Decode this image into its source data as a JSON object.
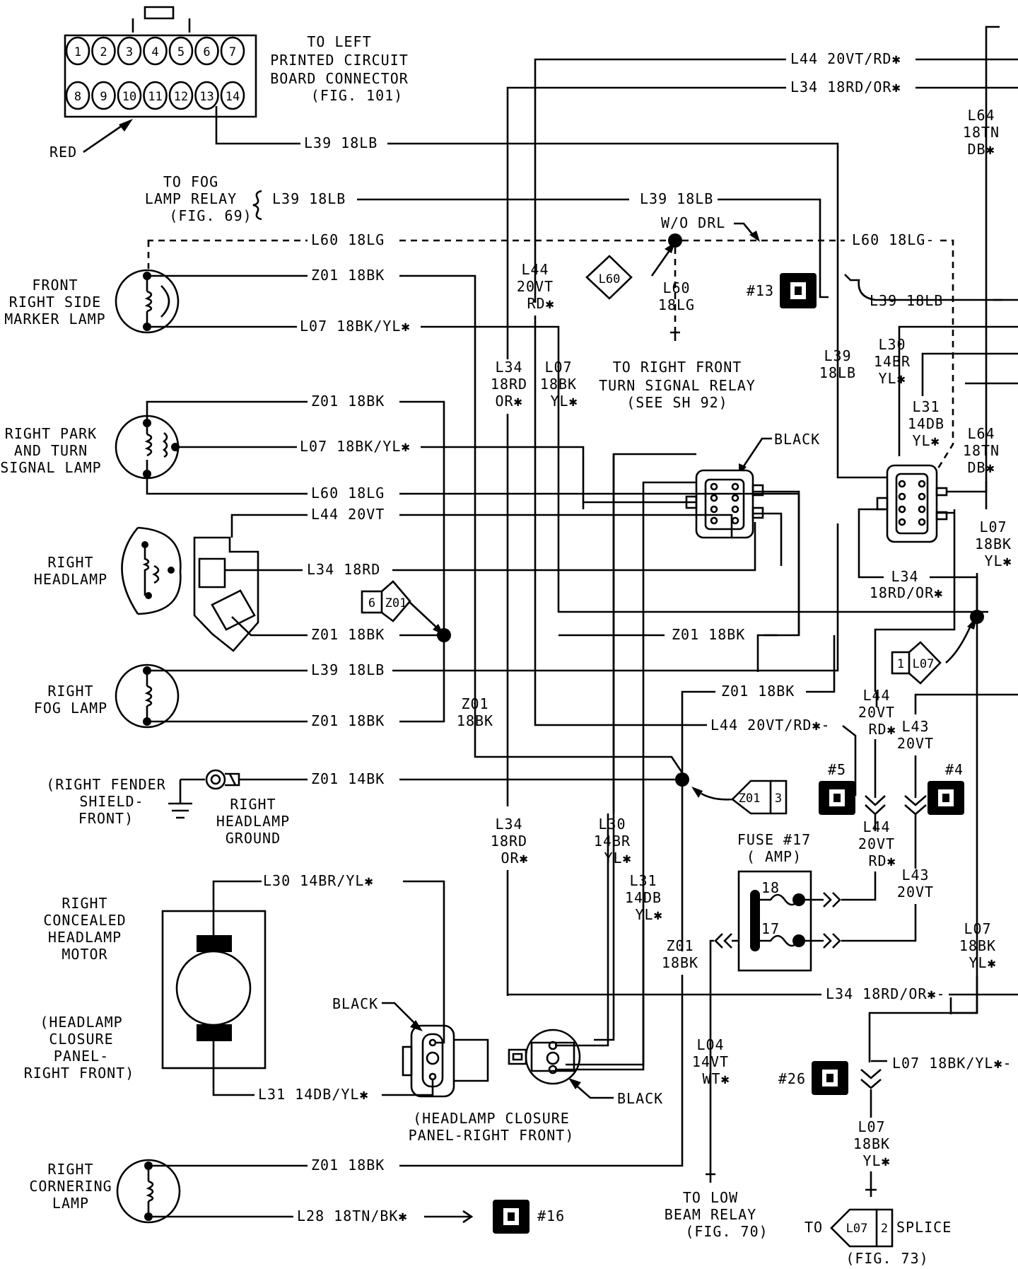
{
  "connector_14": {
    "pins": [
      "1",
      "2",
      "3",
      "4",
      "5",
      "6",
      "7",
      "8",
      "9",
      "10",
      "11",
      "12",
      "13",
      "14"
    ],
    "title": [
      "TO LEFT",
      "PRINTED CIRCUIT",
      "BOARD CONNECTOR",
      "(FIG. 101)"
    ],
    "color_label": "RED"
  },
  "components": {
    "fog_relay": [
      "TO FOG",
      "LAMP RELAY",
      "(FIG. 69)"
    ],
    "front_side_marker": [
      "FRONT",
      "RIGHT SIDE",
      "MARKER LAMP"
    ],
    "park_turn": [
      "RIGHT PARK",
      "AND TURN",
      "SIGNAL LAMP"
    ],
    "headlamp": [
      "RIGHT",
      "HEADLAMP"
    ],
    "fog_lamp": [
      "RIGHT",
      "FOG LAMP"
    ],
    "fender": [
      "(RIGHT FENDER",
      "SHIELD-",
      "FRONT)"
    ],
    "ground": [
      "RIGHT",
      "HEADLAMP",
      "GROUND"
    ],
    "motor": [
      "RIGHT",
      "CONCEALED",
      "HEADLAMP",
      "MOTOR"
    ],
    "closure_panel": [
      "(HEADLAMP",
      "CLOSURE",
      "PANEL-",
      "RIGHT FRONT)"
    ],
    "closure_panel_2": [
      "(HEADLAMP CLOSURE",
      "PANEL-RIGHT FRONT)"
    ],
    "cornering": [
      "RIGHT",
      "CORNERING",
      "LAMP"
    ],
    "turn_relay": [
      "TO RIGHT FRONT",
      "TURN SIGNAL RELAY",
      "(SEE SH 92)"
    ],
    "low_beam": [
      "TO LOW",
      "BEAM RELAY",
      "(FIG. 70)"
    ],
    "splice_to": "TO",
    "splice_word": "SPLICE",
    "splice_fig": "(FIG. 73)",
    "fuse_title": [
      "FUSE #17",
      "(     AMP)"
    ],
    "fuse_pins": [
      "18",
      "17"
    ],
    "black_1": "BLACK",
    "black_2": "BLACK",
    "black_3": "BLACK",
    "wo_drl": "W/O DRL"
  },
  "wire_labels": {
    "l44_top": "L44 20VT/RD✱",
    "l34_top": "L34 18RD/OR✱",
    "l39_a": "L39 18LB",
    "l39_b": "L39 18LB",
    "l39_c": "L39 18LB",
    "l39_d": "L39 18LB",
    "l60_a": "L60 18LG",
    "l60_b": "L60 18LG",
    "l60_c": "L60 18LG-",
    "z01_a": "Z01 18BK",
    "z01_b": "Z01 18BK",
    "z01_c": "Z01 18BK",
    "z01_d": "Z01 18BK",
    "z01_e": "Z01 18BK",
    "z01_f": "Z01 18BK",
    "z01_g": "Z01 14BK",
    "z01_h": "Z01 18BK",
    "l07_a": "L07 18BK/YL✱",
    "l07_b": "L07 18BK/YL✱",
    "l07_c": "L07 18BK/YL✱-",
    "l44_mid": "L44 20VT",
    "l34_mid": "L34 18RD",
    "l44_lower": "L44 20VT/RD✱-",
    "l34_lower": "L34 18RD/OR✱-",
    "l30_motor": "L30 14BR/YL✱",
    "l31_motor": "L31 14DB/YL✱",
    "l28": "L28 18TN/BK✱",
    "v_l64_top": [
      "L64",
      "18TN",
      "DB✱"
    ],
    "v_l44_a": [
      "L44",
      "20VT",
      "RD✱"
    ],
    "v_l60": [
      "L60",
      "18LG"
    ],
    "v_l34_a": [
      "L34",
      "18RD",
      "OR✱"
    ],
    "v_l07_a": [
      "L07",
      "18BK",
      "YL✱"
    ],
    "v_l39": [
      "L39",
      "18LB"
    ],
    "v_l30_a": [
      "L30",
      "14BR",
      "YL✱"
    ],
    "v_l31_a": [
      "L31",
      "14DB",
      "YL✱"
    ],
    "v_l64_b": [
      "L64",
      "18TN",
      "DB✱"
    ],
    "v_l07_b": [
      "L07",
      "18BK",
      "YL✱"
    ],
    "v_l34_b": [
      "L34",
      "18RD/OR✱"
    ],
    "v_z01_a": [
      "Z01",
      "18BK"
    ],
    "v_l44_b": [
      "L44",
      "20VT",
      "RD✱"
    ],
    "v_l43_a": [
      "L43",
      "20VT"
    ],
    "v_l34_c": [
      "L34",
      "18RD",
      "OR✱"
    ],
    "v_l30_b": [
      "L30",
      "14BR",
      "YL✱"
    ],
    "v_l31_b": [
      "L31",
      "14DB",
      "YL✱"
    ],
    "v_z01_b": [
      "Z01",
      "18BK"
    ],
    "v_l44_c": [
      "L44",
      "20VT",
      "RD✱"
    ],
    "v_l43_b": [
      "L43",
      "20VT"
    ],
    "v_l07_c": [
      "L07",
      "18BK",
      "YL✱"
    ],
    "v_l04": [
      "L04",
      "14VT",
      "WT✱"
    ],
    "v_l07_d": [
      "L07",
      "18BK",
      "YL✱"
    ]
  },
  "splices": {
    "l60": "L60",
    "z01_6": [
      "6",
      "Z01"
    ],
    "z01_3": [
      "Z01",
      "3"
    ],
    "l07_1": [
      "1",
      "L07"
    ],
    "l07_2": [
      "L07",
      "2"
    ]
  },
  "connectors_ref": {
    "c13": "#13",
    "c5": "#5",
    "c4": "#4",
    "c26": "#26",
    "c16": "#16"
  }
}
